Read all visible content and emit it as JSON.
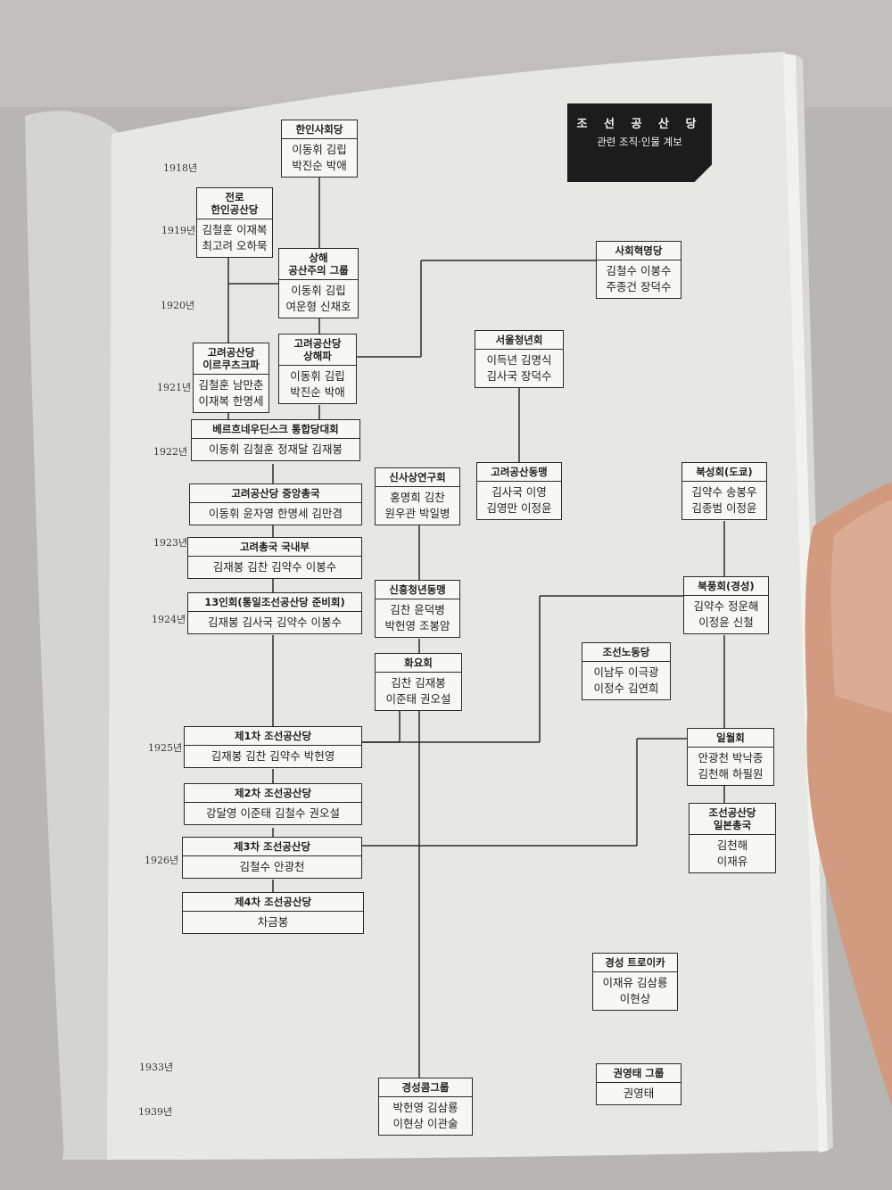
{
  "title": {
    "line1": "조 선 공 산 당",
    "line2": "관련 조직·인물 계보"
  },
  "years": [
    "1918년",
    "1919년",
    "1920년",
    "1921년",
    "1922년",
    "1923년",
    "1924년",
    "1925년",
    "1926년",
    "1933년",
    "1939년"
  ],
  "boxes": [
    {
      "id": "b1",
      "title": "한인사회당",
      "names": "이동휘 김립\n박진순 박애"
    },
    {
      "id": "b2",
      "title": "전로\n한인공산당",
      "names": "김철훈 이재복\n최고려 오하묵"
    },
    {
      "id": "b3",
      "title": "상해\n공산주의 그룹",
      "names": "이동휘 김립\n여운형 신채호"
    },
    {
      "id": "b4",
      "title": "사회혁명당",
      "names": "김철수 이봉수\n주종건 장덕수"
    },
    {
      "id": "b5",
      "title": "고려공산당\n이르쿠츠크파",
      "names": "김철훈 남만춘\n이재복 한명세"
    },
    {
      "id": "b6",
      "title": "고려공산당\n상해파",
      "names": "이동휘 김립\n박진순 박애"
    },
    {
      "id": "b7",
      "title": "서울청년회",
      "names": "이득년 김명식\n김사국 장덕수"
    },
    {
      "id": "b8",
      "title": "베르흐네우딘스크 통합당대회",
      "names": "이동휘 김철훈 정재달 김재봉"
    },
    {
      "id": "b9",
      "title": "신사상연구회",
      "names": "홍명희 김찬\n원우관 박일병"
    },
    {
      "id": "b10",
      "title": "고려공산동맹",
      "names": "김사국 이영\n김영만 이정윤"
    },
    {
      "id": "b11",
      "title": "북성회(도쿄)",
      "names": "김약수 송봉우\n김종범 이정윤"
    },
    {
      "id": "b12",
      "title": "고려공산당 중앙총국",
      "names": "이동휘 윤자영 한명세 김만겸"
    },
    {
      "id": "b13",
      "title": "고려총국 국내부",
      "names": "김재봉 김찬 김약수 이봉수"
    },
    {
      "id": "b14",
      "title": "신흥청년동맹",
      "names": "김찬 윤덕병\n박헌영 조봉암"
    },
    {
      "id": "b15",
      "title": "13인회(통일조선공산당 준비회)",
      "names": "김재봉 김사국 김약수 이봉수"
    },
    {
      "id": "b16",
      "title": "북풍회(경성)",
      "names": "김약수 정운해\n이정윤 신철"
    },
    {
      "id": "b17",
      "title": "조선노동당",
      "names": "이남두 이극광\n이정수 김연희"
    },
    {
      "id": "b18",
      "title": "화요회",
      "names": "김찬 김재봉\n이준태 권오설"
    },
    {
      "id": "b19",
      "title": "제1차 조선공산당",
      "names": "김재봉 김찬 김약수 박헌영"
    },
    {
      "id": "b20",
      "title": "일월회",
      "names": "안광천 박낙종\n김천해 하필원"
    },
    {
      "id": "b21",
      "title": "제2차 조선공산당",
      "names": "강달영 이준태 김철수 권오설"
    },
    {
      "id": "b22",
      "title": "조선공산당\n일본총국",
      "names": "김천해\n이재유"
    },
    {
      "id": "b23",
      "title": "제3차 조선공산당",
      "names": "김철수 안광천"
    },
    {
      "id": "b24",
      "title": "제4차 조선공산당",
      "names": "차금봉"
    },
    {
      "id": "b25",
      "title": "경성 트로이카",
      "names": "이재유 김삼룡\n이현상"
    },
    {
      "id": "b26",
      "title": "권영태 그룹",
      "names": "권영태"
    },
    {
      "id": "b27",
      "title": "경성콤그룹",
      "names": "박헌영 김삼룡\n이현상 이관술"
    }
  ]
}
